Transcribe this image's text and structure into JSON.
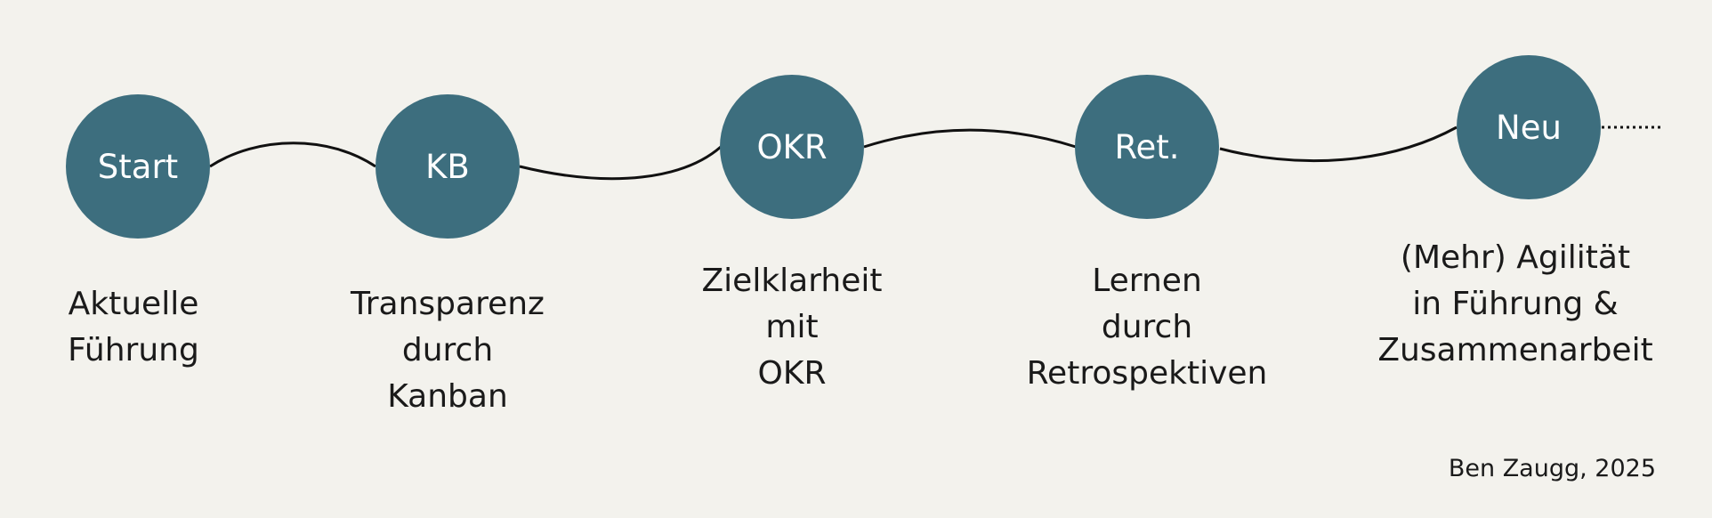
{
  "steps": [
    {
      "node_label": "Start",
      "caption": [
        "Aktuelle",
        "Führung"
      ]
    },
    {
      "node_label": "KB",
      "caption": [
        "Transparenz",
        "durch",
        "Kanban"
      ]
    },
    {
      "node_label": "OKR",
      "caption": [
        "Zielklarheit",
        "mit",
        "OKR"
      ]
    },
    {
      "node_label": "Ret.",
      "caption": [
        "Lernen",
        "durch",
        "Retrospektiven"
      ]
    },
    {
      "node_label": "Neu",
      "caption": [
        "(Mehr) Agilität",
        "in Führung &",
        "Zusammenarbeit"
      ]
    }
  ],
  "credit": "Ben Zaugg, 2025",
  "colors": {
    "background": "#f3f2ed",
    "node_fill": "#3d6e7e",
    "node_text": "#ffffff",
    "text": "#1a1a1a",
    "line": "#111111"
  }
}
